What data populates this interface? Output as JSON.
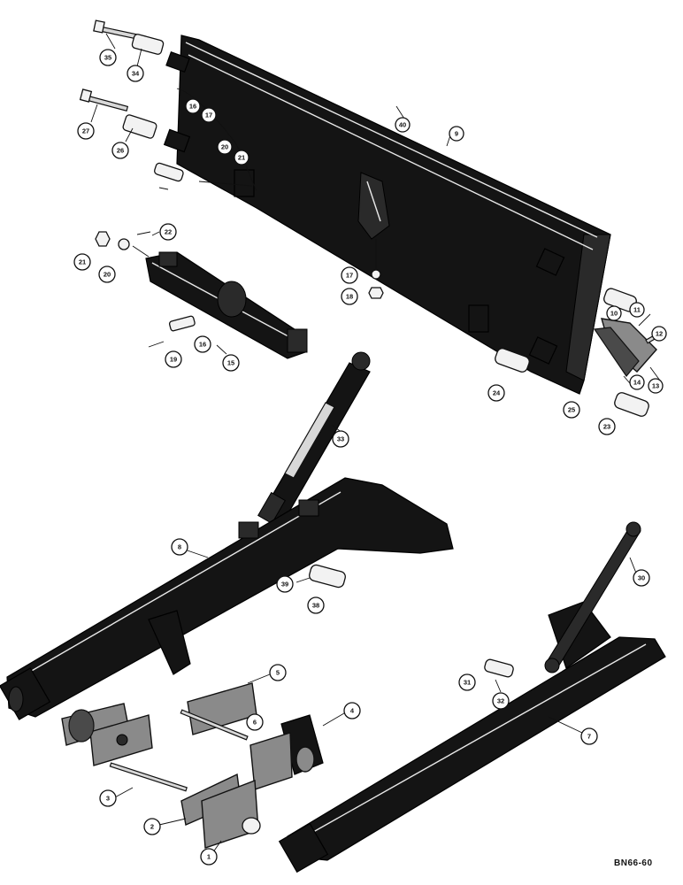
{
  "drawing_code": "BN66-60",
  "callouts": [
    {
      "label": "35"
    },
    {
      "label": "34"
    },
    {
      "label": "27"
    },
    {
      "label": "26"
    },
    {
      "label": "16"
    },
    {
      "label": "17"
    },
    {
      "label": "20"
    },
    {
      "label": "21"
    },
    {
      "label": "40"
    },
    {
      "label": "9"
    },
    {
      "label": "22"
    },
    {
      "label": "21"
    },
    {
      "label": "20"
    },
    {
      "label": "17"
    },
    {
      "label": "18"
    },
    {
      "label": "16"
    },
    {
      "label": "19"
    },
    {
      "label": "15"
    },
    {
      "label": "11"
    },
    {
      "label": "10"
    },
    {
      "label": "12"
    },
    {
      "label": "14"
    },
    {
      "label": "13"
    },
    {
      "label": "24"
    },
    {
      "label": "25"
    },
    {
      "label": "23"
    },
    {
      "label": "33"
    },
    {
      "label": "8"
    },
    {
      "label": "39"
    },
    {
      "label": "38"
    },
    {
      "label": "30"
    },
    {
      "label": "31"
    },
    {
      "label": "32"
    },
    {
      "label": "7"
    },
    {
      "label": "5"
    },
    {
      "label": "6"
    },
    {
      "label": "4"
    },
    {
      "label": "3"
    },
    {
      "label": "2"
    },
    {
      "label": "1"
    }
  ]
}
